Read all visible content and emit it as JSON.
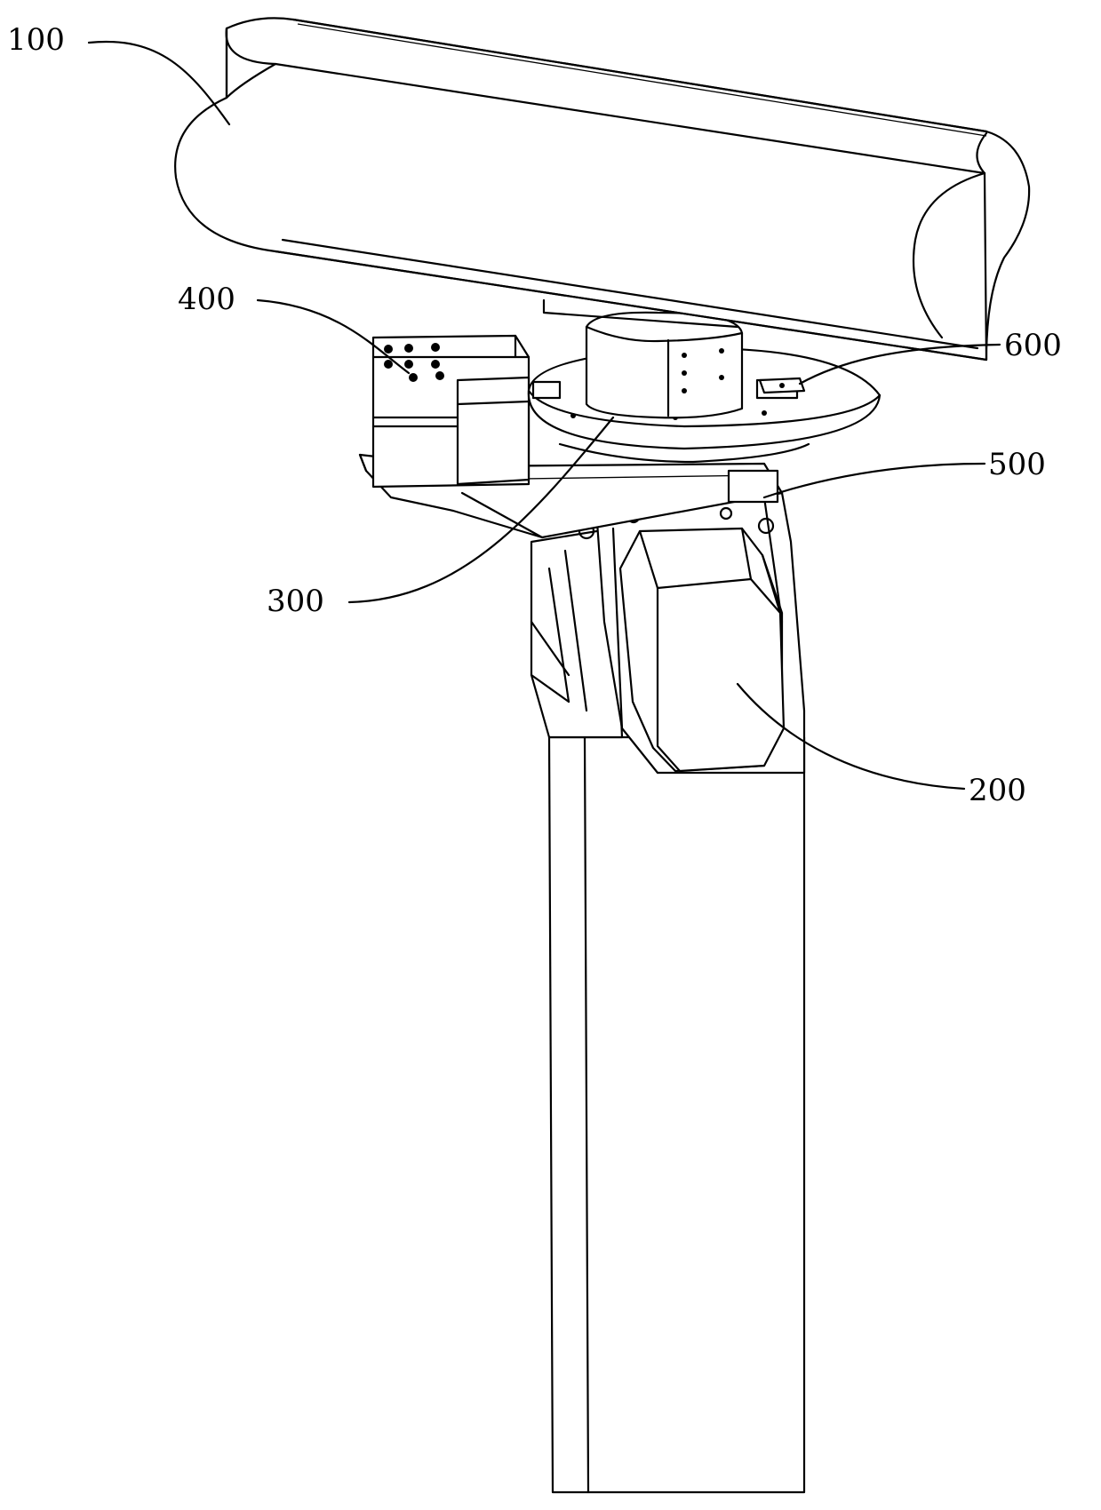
{
  "labels": {
    "antenna": "100",
    "motor": "200",
    "turntable": "300",
    "control_box": "400",
    "bracket": "500",
    "connector": "600"
  }
}
